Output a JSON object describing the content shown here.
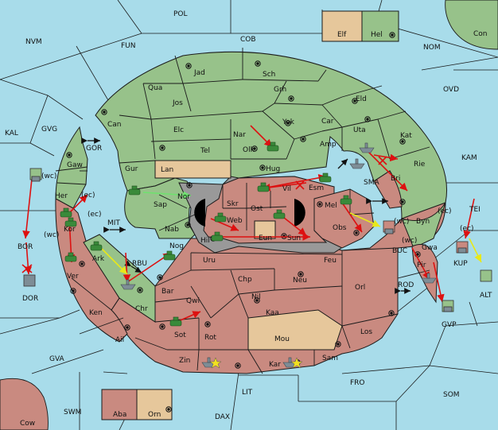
{
  "colors": {
    "sea": "#a8dcea",
    "power_green": "#97c28a",
    "power_red": "#c98a80",
    "power_tan": "#e6c79b",
    "neutral_grey": "#999999",
    "unit_green": "#3a8a3a",
    "unit_grey": "#7e8d96",
    "arrow_red": "#d11",
    "arrow_yellow": "#e8e81a",
    "arrow_lightgreen": "#6ee26e",
    "center_star": "#f2e020"
  },
  "sea_labels": {
    "pol": "POL",
    "fun": "FUN",
    "cob": "COB",
    "nvm": "NVM",
    "nom": "NOM",
    "ovd": "OVD",
    "kal": "KAL",
    "gvg": "GVG",
    "kam": "KAM",
    "tei": "TEI",
    "bor": "BOR",
    "dor": "DOR",
    "mit": "MIT",
    "gor": "GOR",
    "sma": "SMA",
    "buc": "BUC",
    "rod": "ROD",
    "kup": "KUP",
    "alt": "ALT",
    "gvp": "GVP",
    "gva": "GVA",
    "fro": "FRO",
    "som": "SOM",
    "lit": "LIT",
    "swm": "SWM",
    "dax": "DAX",
    "cow": "Cow",
    "con": "Con",
    "rbu": "RBU"
  },
  "province_labels": {
    "jad": "Jad",
    "sch": "Sch",
    "qua": "Qua",
    "jos": "Jos",
    "grh": "Grh",
    "eld": "Eld",
    "can": "Can",
    "elc": "Elc",
    "yok": "Yok",
    "car": "Car",
    "uta": "Uta",
    "kat": "Kat",
    "nar": "Nar",
    "tel": "Tel",
    "olk": "Olk",
    "amp": "Amp",
    "gaw": "Gaw",
    "gur": "Gur",
    "lan": "Lan",
    "hug": "Hug",
    "rie": "Rie",
    "bri": "Bri",
    "her": "Her",
    "sap": "Sap",
    "nor": "Nor",
    "skr": "Skr",
    "vil": "Vil",
    "esm": "Esm",
    "ost": "Ost",
    "web": "Web",
    "mel": "Mel",
    "byn": "Byn",
    "kor": "Kor",
    "nab": "Nab",
    "hil": "Hil",
    "eun": "Eun",
    "sun": "Sun",
    "obs": "Obs",
    "gwa": "Gwa",
    "ark": "Ark",
    "nog": "Nog",
    "uru": "Uru",
    "feu": "Feu",
    "pir": "Pir",
    "ver": "Ver",
    "chp": "Chp",
    "neu": "Neu",
    "bar": "Bar",
    "qwi": "Qwi",
    "nil": "Nil",
    "orl": "Orl",
    "ken": "Ken",
    "chr": "Chr",
    "kaa": "Kaa",
    "ail": "Ail",
    "sot": "Sot",
    "rot": "Rot",
    "mou": "Mou",
    "los": "Los",
    "zin": "Zin",
    "kar": "Kar",
    "sam": "Sam",
    "elf": "Elf",
    "hel": "Hel",
    "aba": "Aba",
    "orn": "Orn"
  },
  "coast_tags": {
    "wc_left": "(wc)",
    "ec_left": "(ec)",
    "ec_kor": "(ec)",
    "wc_kor": "(wc)",
    "wc_buc": "(wc)",
    "ec_byn": "(ec)",
    "wc_gwa": "(wc)",
    "ec_kup": "(ec)"
  }
}
